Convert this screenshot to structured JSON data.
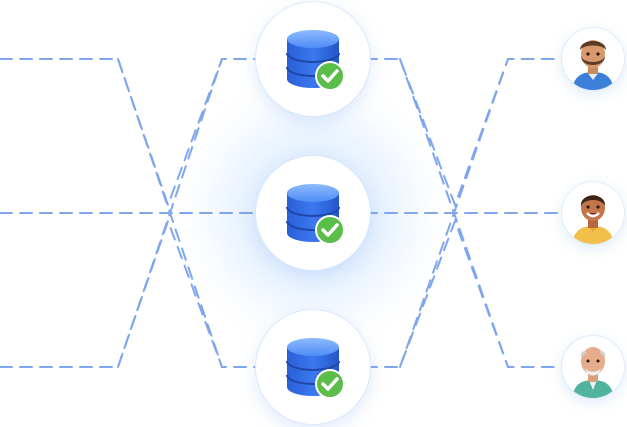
{
  "diagram": {
    "kind": "database-replication-network",
    "colors": {
      "line": "#7fa6ee",
      "glow": "#dcecff",
      "db_top": "#5f9cff",
      "db_body": "#2f67e0",
      "check": "#5bbd4a"
    },
    "nodes": [
      {
        "id": "db-top",
        "icon": "database-check-icon"
      },
      {
        "id": "db-middle",
        "icon": "database-check-icon"
      },
      {
        "id": "db-bottom",
        "icon": "database-check-icon"
      },
      {
        "id": "user-top",
        "icon": "bearded-man-avatar-icon"
      },
      {
        "id": "user-middle",
        "icon": "smiling-man-avatar-icon"
      },
      {
        "id": "user-bottom",
        "icon": "elderly-man-avatar-icon"
      }
    ]
  }
}
